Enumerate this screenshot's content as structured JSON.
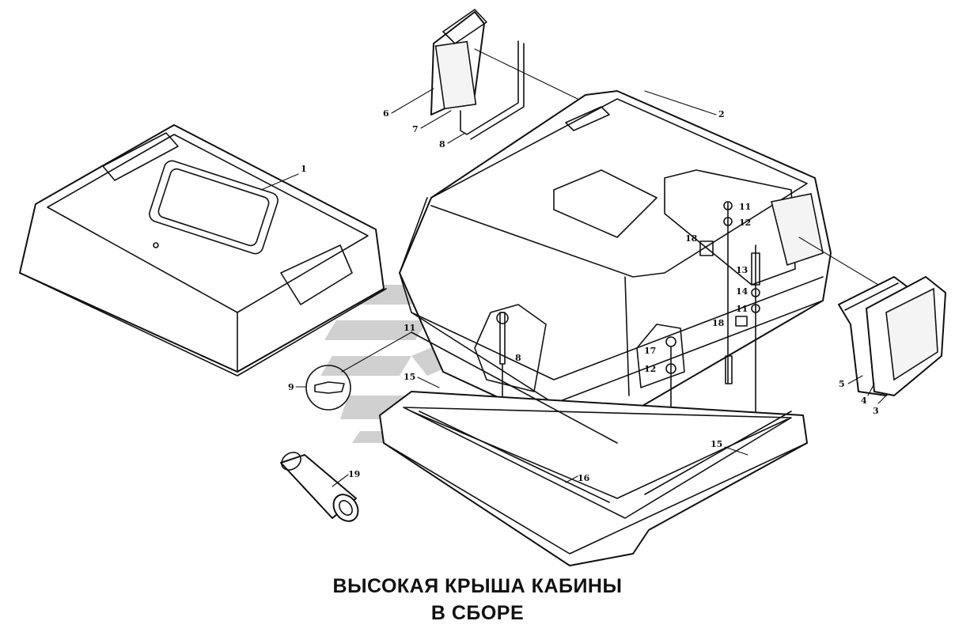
{
  "caption": {
    "line1": "ВЫСОКАЯ КРЫША КАБИНЫ",
    "line2": "В СБОРЕ"
  },
  "callouts": [
    "1",
    "2",
    "3",
    "4",
    "5",
    "6",
    "7",
    "8",
    "9",
    "11",
    "12",
    "13",
    "14",
    "15",
    "16",
    "17",
    "18",
    "19"
  ],
  "watermark_color": "#c8c8c8"
}
